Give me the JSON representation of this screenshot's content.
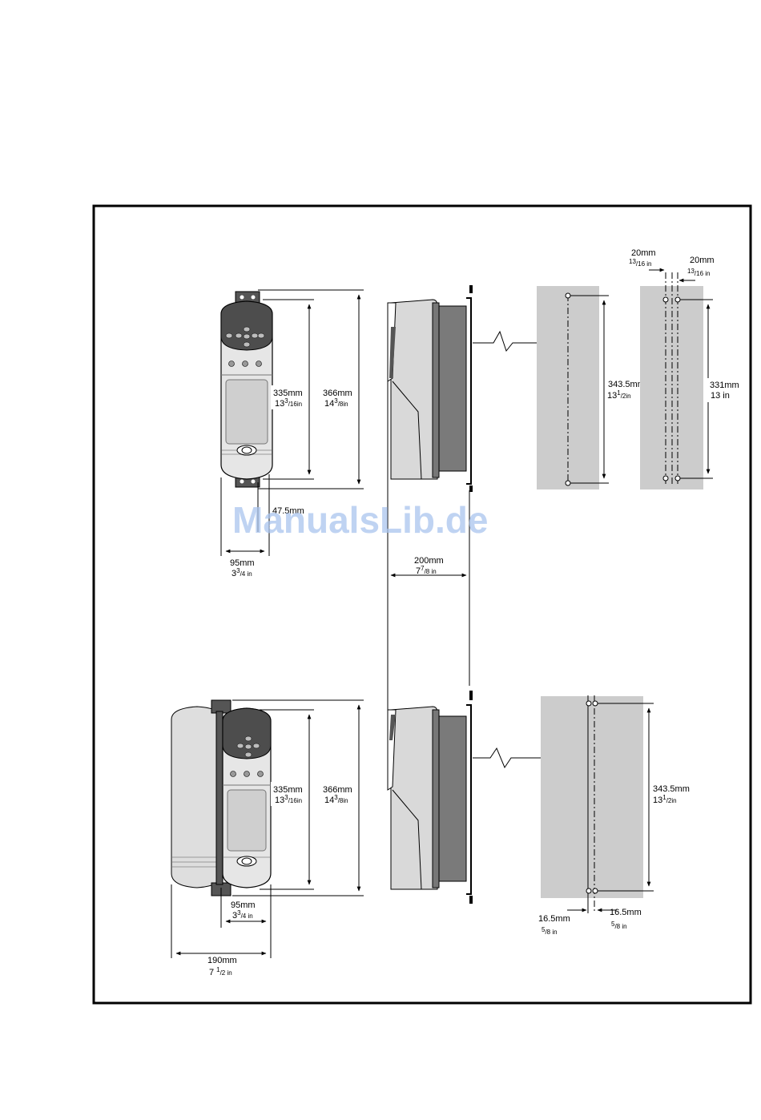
{
  "watermark": "ManualsLib.de",
  "dims": {
    "top_h_inner_mm": "335mm",
    "top_h_inner_in_a": "13",
    "top_h_inner_in_b": "3",
    "top_h_inner_in_c": "/16in",
    "top_h_outer_mm": "366mm",
    "top_h_outer_in_a": "14",
    "top_h_outer_in_b": "3",
    "top_h_outer_in_c": "/8in",
    "top_offset_mm": "47.5mm",
    "top_width_mm": "95mm",
    "top_width_in_a": "3",
    "top_width_in_b": "3",
    "top_width_in_c": "/4 in",
    "depth_mm": "200mm",
    "depth_in_a": "7",
    "depth_in_b": "7",
    "depth_in_c": "/8 in",
    "hole_pitch_mm": "343.5mm",
    "hole_pitch_in_a": "13",
    "hole_pitch_in_b": "1",
    "hole_pitch_in_c": "/2in",
    "alt_pitch_mm": "331mm",
    "alt_pitch_in": "13 in",
    "offset_a_mm": "20mm",
    "offset_a_in_b": "13",
    "offset_a_in_c": "/16 in",
    "offset_b_mm": "20mm",
    "offset_b_in_b": "13",
    "offset_b_in_c": "/16 in",
    "bot_h_inner_mm": "335mm",
    "bot_h_inner_in_a": "13",
    "bot_h_inner_in_b": "3",
    "bot_h_inner_in_c": "/16in",
    "bot_h_outer_mm": "366mm",
    "bot_h_outer_in_a": "14",
    "bot_h_outer_in_b": "3",
    "bot_h_outer_in_c": "/8in",
    "bot_width_mm": "95mm",
    "bot_width_in_a": "3",
    "bot_width_in_b": "3",
    "bot_width_in_c": "/4 in",
    "pair_width_mm": "190mm",
    "pair_width_in_a": "7",
    "pair_width_in_b": "1",
    "pair_width_in_c": "/2 in",
    "bot_pitch_mm": "343.5mm",
    "bot_pitch_in_a": "13",
    "bot_pitch_in_b": "1",
    "bot_pitch_in_c": "/2in",
    "hole_off_l_mm": "16.5mm",
    "hole_off_l_in_b": "5",
    "hole_off_l_in_c": "/8 in",
    "hole_off_r_mm": "16.5mm",
    "hole_off_r_in_b": "5",
    "hole_off_r_in_c": "/8 in"
  }
}
